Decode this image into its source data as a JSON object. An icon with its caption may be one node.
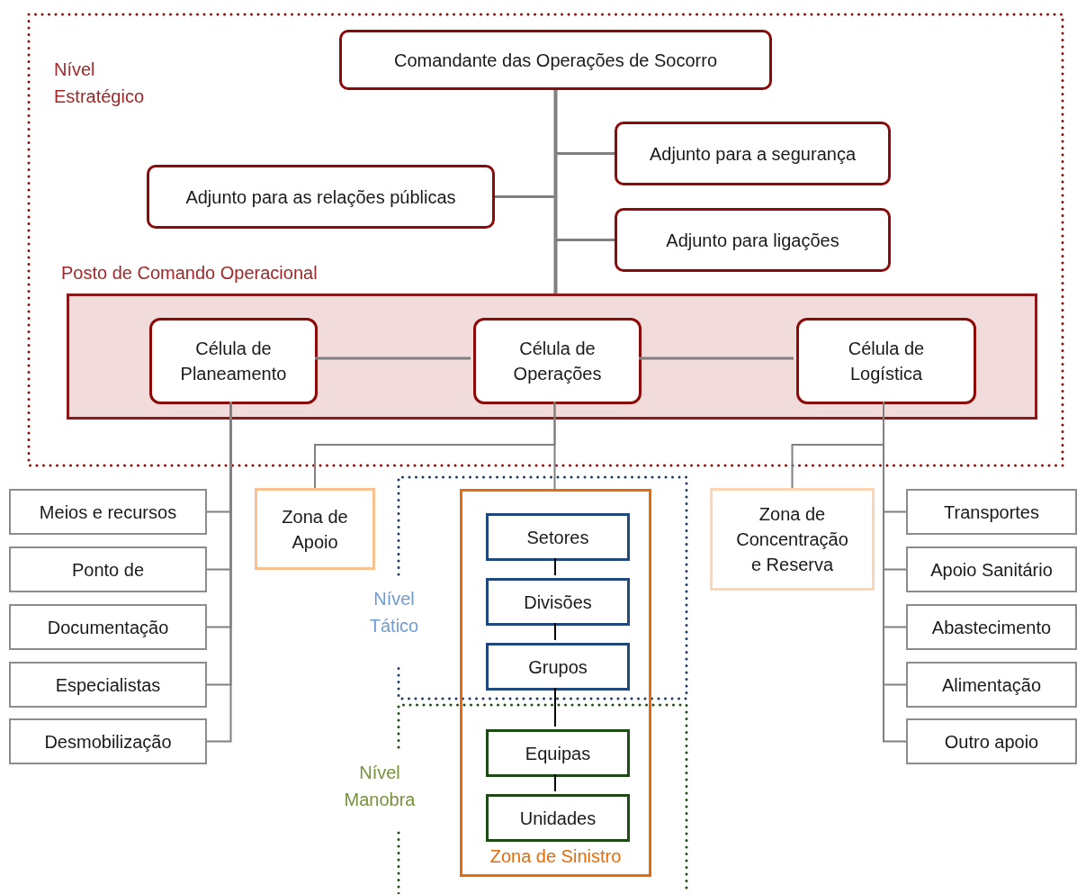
{
  "diagram": {
    "nodes": [
      {
        "text": [
          "Nível Estratégico"
        ]
      },
      {
        "text": [
          "Comandante das Operações de Socorro"
        ],
        "in": 0
      },
      {
        "text": [
          "Adjunto para a segurança"
        ],
        "in": 0
      },
      {
        "text": [
          "Adjunto para as relações públicas"
        ],
        "in": 0
      },
      {
        "text": [
          "Adjunto para ligações"
        ],
        "in": 0
      },
      {
        "text": [
          "Posto de Comando Operacional"
        ],
        "in": 0
      },
      {
        "text": [
          "Célula de Planeamento"
        ],
        "in": 5
      },
      {
        "text": [
          "Célula de Operações"
        ],
        "in": 5
      },
      {
        "text": [
          "Célula de Logística"
        ],
        "in": 5
      },
      {
        "text": [
          "Zona de Apoio"
        ]
      },
      {
        "text": [
          "Zona de Concentração e Reserva"
        ]
      },
      {
        "text": [
          "Meios e recursos"
        ]
      },
      {
        "text": [
          "Ponto de"
        ]
      },
      {
        "text": [
          "Documentação"
        ]
      },
      {
        "text": [
          "Especialistas"
        ]
      },
      {
        "text": [
          "Desmobilização"
        ]
      },
      {
        "text": [
          "Zona de Sinistro"
        ]
      },
      {
        "text": [
          "Setores"
        ],
        "in": 16
      },
      {
        "text": [
          "Divisões"
        ],
        "in": 16
      },
      {
        "text": [
          "Grupos"
        ],
        "in": 16
      },
      {
        "text": [
          "Equipas"
        ],
        "in": 16
      },
      {
        "text": [
          "Unidades"
        ],
        "in": 16
      },
      {
        "text": [
          "Transportes"
        ]
      },
      {
        "text": [
          "Apoio Sanitário"
        ]
      },
      {
        "text": [
          "Abastecimento"
        ]
      },
      {
        "text": [
          "Alimentação"
        ]
      },
      {
        "text": [
          "Outro apoio"
        ]
      }
    ],
    "edges": [
      {
        "from": 1,
        "to": 2,
        "arrow": "none"
      },
      {
        "from": 1,
        "to": 3,
        "arrow": "none"
      },
      {
        "from": 1,
        "to": 4,
        "arrow": "none"
      },
      {
        "from": 1,
        "to": 5,
        "arrow": "none",
        "style": "thick"
      },
      {
        "from": 6,
        "to": 7,
        "arrow": "none"
      },
      {
        "from": 7,
        "to": 8,
        "arrow": "none"
      },
      {
        "from": 6,
        "to": 11,
        "arrow": "none"
      },
      {
        "from": 6,
        "to": 12,
        "arrow": "none"
      },
      {
        "from": 6,
        "to": 13,
        "arrow": "none"
      },
      {
        "from": 6,
        "to": 14,
        "arrow": "none"
      },
      {
        "from": 6,
        "to": 15,
        "arrow": "none"
      },
      {
        "from": 7,
        "to": 9,
        "arrow": "none"
      },
      {
        "from": 7,
        "to": 16,
        "arrow": "none"
      },
      {
        "from": 8,
        "to": 10,
        "arrow": "none"
      },
      {
        "from": 8,
        "to": 22,
        "arrow": "none"
      },
      {
        "from": 8,
        "to": 23,
        "arrow": "none"
      },
      {
        "from": 8,
        "to": 24,
        "arrow": "none"
      },
      {
        "from": 8,
        "to": 25,
        "arrow": "none"
      },
      {
        "from": 8,
        "to": 26,
        "arrow": "none"
      },
      {
        "from": 17,
        "to": 18,
        "arrow": "none",
        "color": "#000000"
      },
      {
        "from": 18,
        "to": 19,
        "arrow": "none",
        "color": "#000000"
      },
      {
        "from": 19,
        "to": 20,
        "arrow": "none",
        "color": "#000000"
      },
      {
        "from": 20,
        "to": 21,
        "arrow": "none",
        "color": "#000000"
      }
    ],
    "labels": [
      "Nível Tático",
      "Nível Manobra"
    ]
  }
}
